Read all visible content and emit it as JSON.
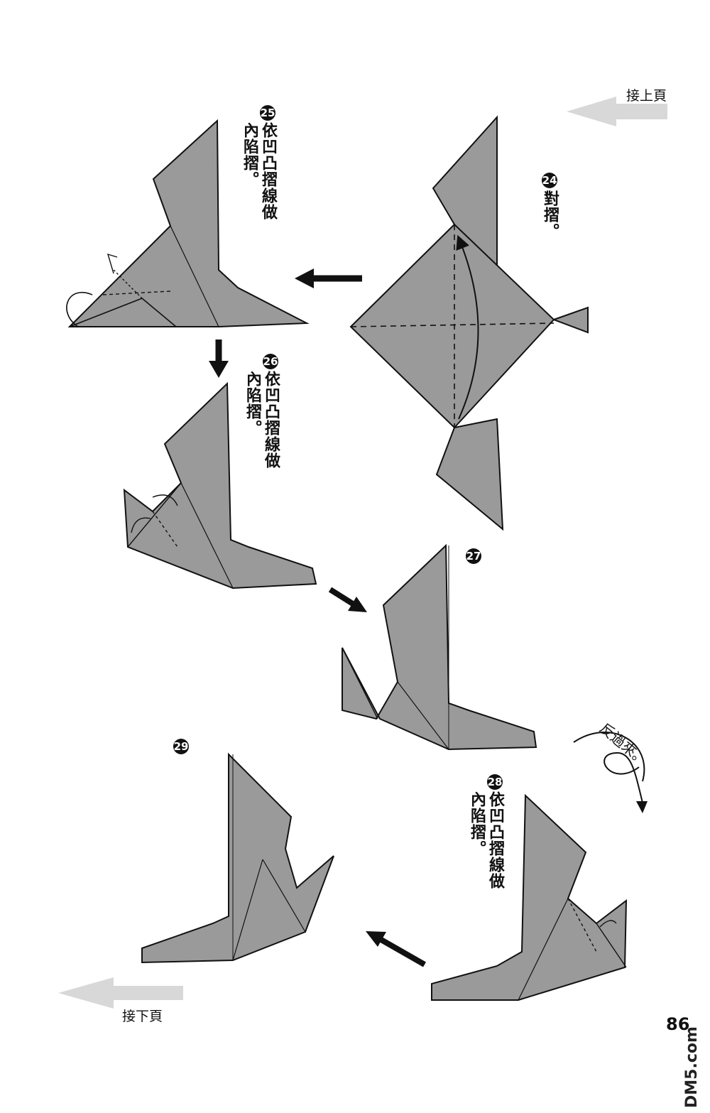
{
  "nav": {
    "prev_label": "接上頁",
    "next_label": "接下頁"
  },
  "steps": [
    {
      "num": "24",
      "text": "對摺。"
    },
    {
      "num": "25",
      "text": "依凹凸摺線做內陷摺。"
    },
    {
      "num": "26",
      "text": "依凹凸摺線做內陷摺。"
    },
    {
      "num": "27",
      "text": ""
    },
    {
      "num": "28",
      "text": "依凹凸摺線做內陷摺。"
    },
    {
      "num": "29",
      "text": ""
    }
  ],
  "flip_label": "反過來。",
  "page_number": "86",
  "watermark": "DM5.com",
  "colors": {
    "paper_fill": "#9a9a9a",
    "ink": "#111111",
    "guide_arrow": "#d8d8d8"
  }
}
